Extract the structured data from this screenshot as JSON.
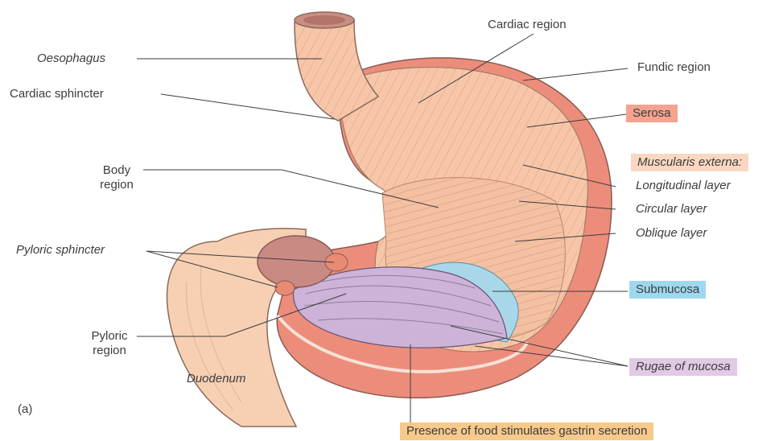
{
  "figure_label": "(a)",
  "labels": {
    "oesophagus": "Oesophagus",
    "cardiac_sphincter": "Cardiac sphincter",
    "cardiac_region": "Cardiac region",
    "fundic_region": "Fundic region",
    "serosa": "Serosa",
    "muscularis_externa": "Muscularis externa:",
    "longitudinal_layer": "Longitudinal layer",
    "circular_layer": "Circular layer",
    "oblique_layer": "Oblique layer",
    "body_region_line1": "Body",
    "body_region_line2": "region",
    "pyloric_sphincter": "Pyloric sphincter",
    "submucosa": "Submucosa",
    "pyloric_region_line1": "Pyloric",
    "pyloric_region_line2": "region",
    "duodenum": "Duodenum",
    "rugae_of_mucosa": "Rugae of mucosa",
    "gastrin_note": "Presence of food stimulates gastrin secretion"
  },
  "colors": {
    "serosa_box": "#f3a38f",
    "muscularis_box": "#f9d7c2",
    "submucosa_box": "#9fd8ee",
    "rugae_box": "#e2c9e6",
    "gastrin_box": "#f7c98a",
    "stomach_muscle": "#f7c6a8",
    "stomach_outer": "#ec8d7c",
    "mucosa": "#cdb3d8",
    "submucosa": "#a9d7ea",
    "duodenum": "#f7d0b4",
    "pylorus": "#e98a74"
  }
}
